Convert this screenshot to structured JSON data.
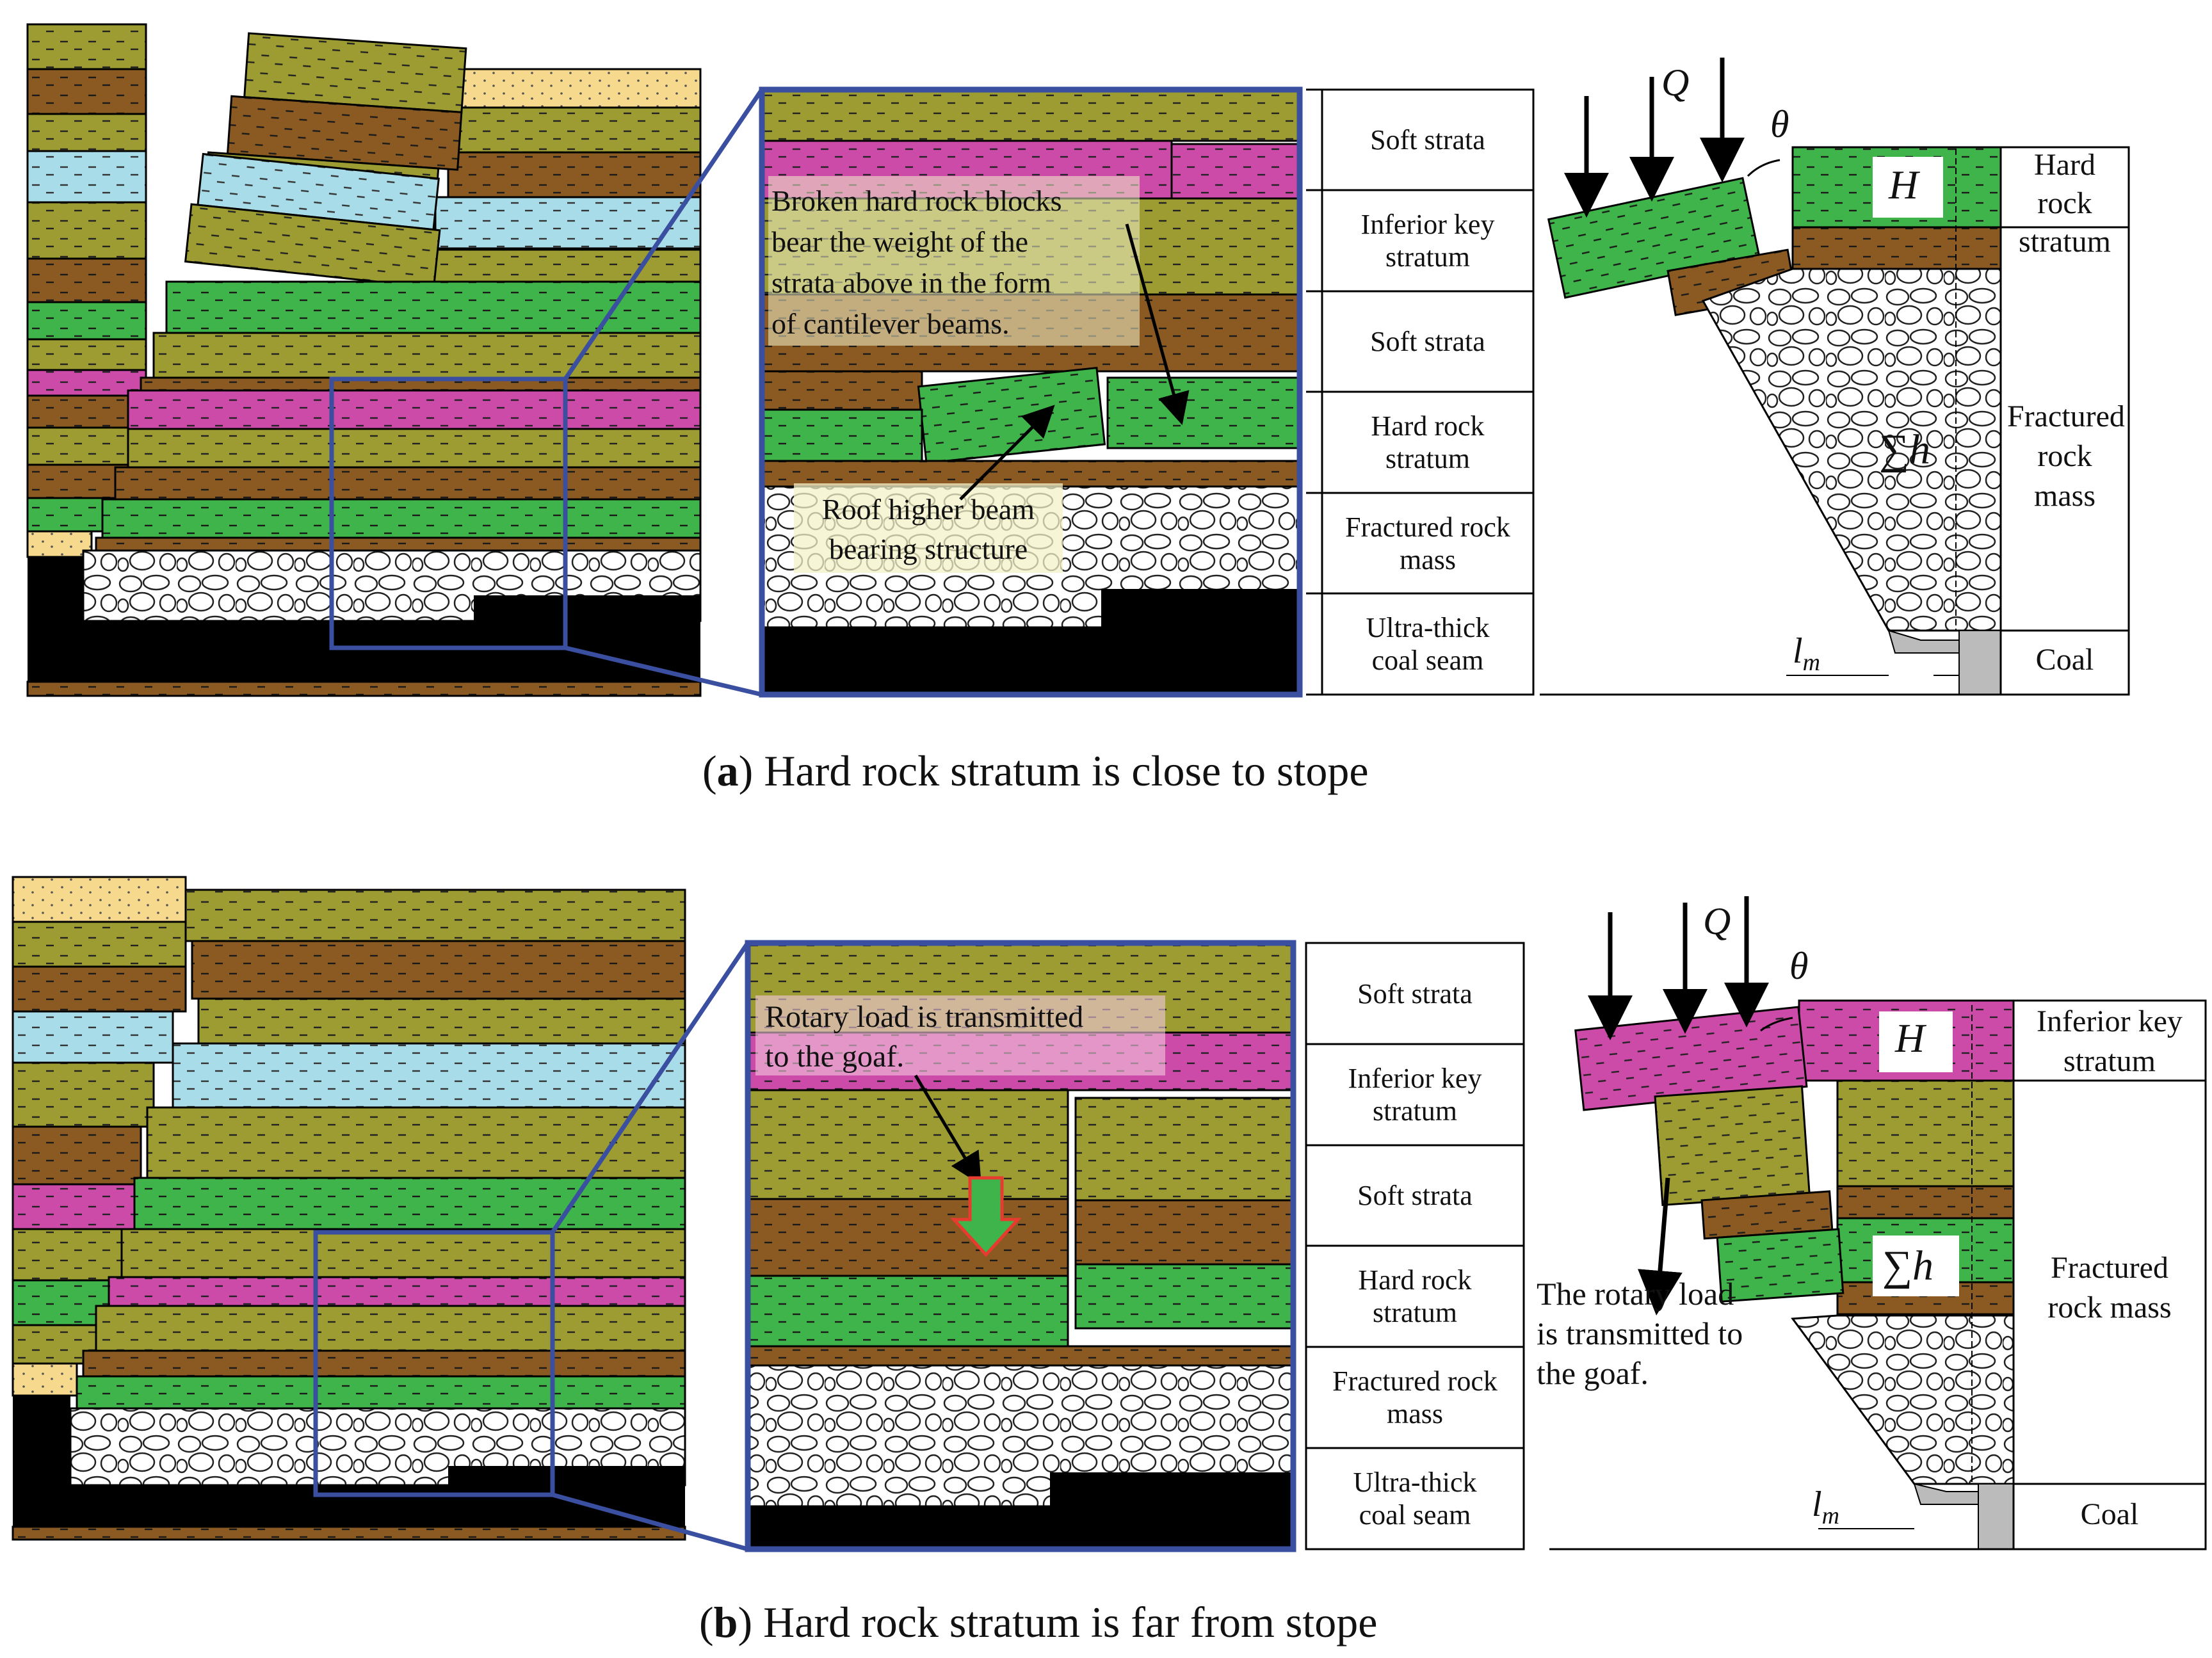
{
  "colors": {
    "olive": "#9c9c32",
    "brown": "#8a5a22",
    "cyan": "#a8dce8",
    "green": "#3fb44a",
    "magenta": "#cc4aa8",
    "sand": "#f6d98c",
    "black": "#000000",
    "frame_blue": "#3a4fa0",
    "highlight": "#f3f1c8",
    "pink_highlight": "#f3c9dd",
    "arrow_red": "#e63b2e"
  },
  "panel_a": {
    "caption_letter": "a",
    "caption_text": " Hard rock stratum is close to stope",
    "legend": [
      "Soft strata",
      "Inferior key stratum",
      "Soft strata",
      "Hard rock stratum",
      "Fractured rock mass",
      "Ultra-thick coal seam"
    ],
    "annotation_1": [
      "Broken hard rock blocks",
      "bear the weight of the",
      "strata above in the form",
      "of cantilever beams."
    ],
    "annotation_2": [
      "Roof higher beam",
      "bearing structure"
    ],
    "mech": {
      "load": "Q",
      "angle": "θ",
      "thickness": "H",
      "height": "∑h",
      "span": "l",
      "span_sub": "m",
      "labels": [
        "Hard rock stratum",
        "Fractured rock mass",
        "Coal"
      ]
    }
  },
  "panel_b": {
    "caption_letter": "b",
    "caption_text": " Hard rock stratum is far from stope",
    "legend": [
      "Soft strata",
      "Inferior key stratum",
      "Soft strata",
      "Hard rock stratum",
      "Fractured rock mass",
      "Ultra-thick coal seam"
    ],
    "annotation_1": [
      "Rotary load is transmitted",
      "to the goaf."
    ],
    "mech": {
      "load": "Q",
      "angle": "θ",
      "thickness": "H",
      "height": "∑h",
      "span": "l",
      "span_sub": "m",
      "note": [
        "The rotary load",
        "is transmitted to",
        "the goaf."
      ],
      "labels": [
        "Inferior key stratum",
        "Fractured rock mass",
        "Coal"
      ]
    }
  }
}
